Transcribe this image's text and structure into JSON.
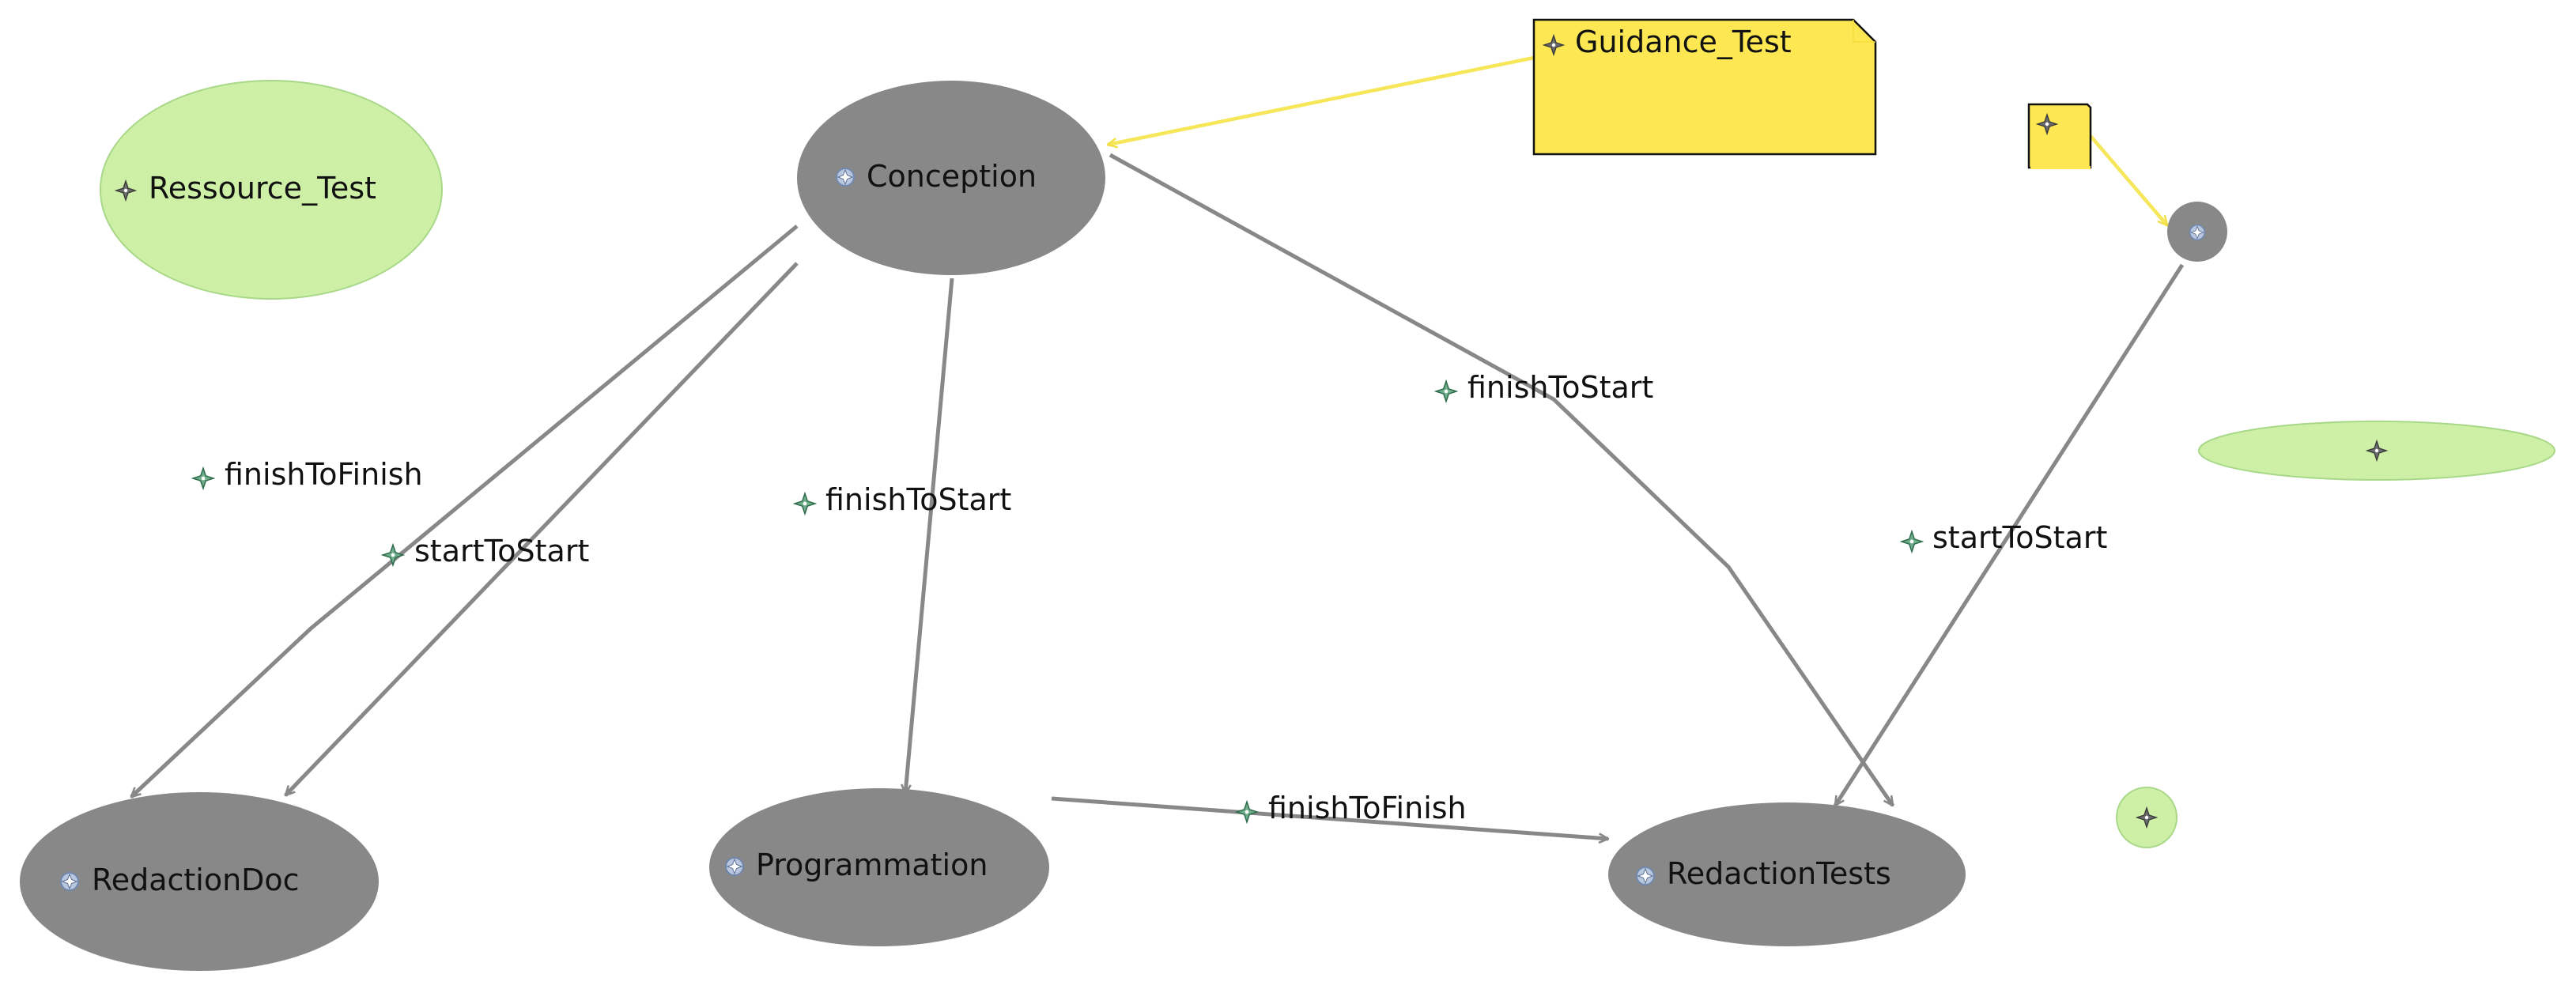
{
  "colors": {
    "background": "#ffffff",
    "activity_fill": "#888888",
    "resource_fill": "#cdf0a6",
    "resource_stroke": "#a8d888",
    "guidance_fill": "#fde853",
    "guidance_stroke": "#111111",
    "dependency_line": "#888888",
    "guidance_link": "#f5e65a",
    "label_text": "#111111"
  },
  "nodes": {
    "conception": {
      "label": "Conception",
      "icon": "activity-icon"
    },
    "redaction_doc": {
      "label": "RedactionDoc",
      "icon": "activity-icon"
    },
    "programmation": {
      "label": "Programmation",
      "icon": "activity-icon"
    },
    "redaction_tests": {
      "label": "RedactionTests",
      "icon": "activity-icon"
    },
    "unnamed_activity": {
      "label": "",
      "icon": "activity-icon"
    },
    "ressource_test": {
      "label": "Ressource_Test",
      "icon": "resource-icon"
    },
    "unnamed_resource_wide": {
      "label": "",
      "icon": "resource-icon"
    },
    "unnamed_resource_small": {
      "label": "",
      "icon": "resource-icon"
    },
    "guidance_test": {
      "label": "Guidance_Test",
      "icon": "guidance-icon"
    },
    "unnamed_guidance": {
      "label": "",
      "icon": "guidance-icon"
    }
  },
  "edges": {
    "conception_to_redactiondoc_ff": {
      "label": "finishToFinish",
      "from": "Conception",
      "to": "RedactionDoc"
    },
    "conception_to_redactiondoc_ss": {
      "label": "startToStart",
      "from": "Conception",
      "to": "RedactionDoc"
    },
    "conception_to_programmation_fs": {
      "label": "finishToStart",
      "from": "Conception",
      "to": "Programmation"
    },
    "conception_to_redactiontests_fs": {
      "label": "finishToStart",
      "from": "Conception",
      "to": "RedactionTests"
    },
    "unnamed_to_redactiontests_ss": {
      "label": "startToStart",
      "from": "",
      "to": "RedactionTests"
    },
    "programmation_to_redactiontests_ff": {
      "label": "finishToFinish",
      "from": "Programmation",
      "to": "RedactionTests"
    },
    "guidance_test_link": {
      "label": "",
      "from": "Guidance_Test",
      "to": "Conception"
    },
    "unnamed_guidance_link": {
      "label": "",
      "from": "",
      "to": ""
    }
  }
}
